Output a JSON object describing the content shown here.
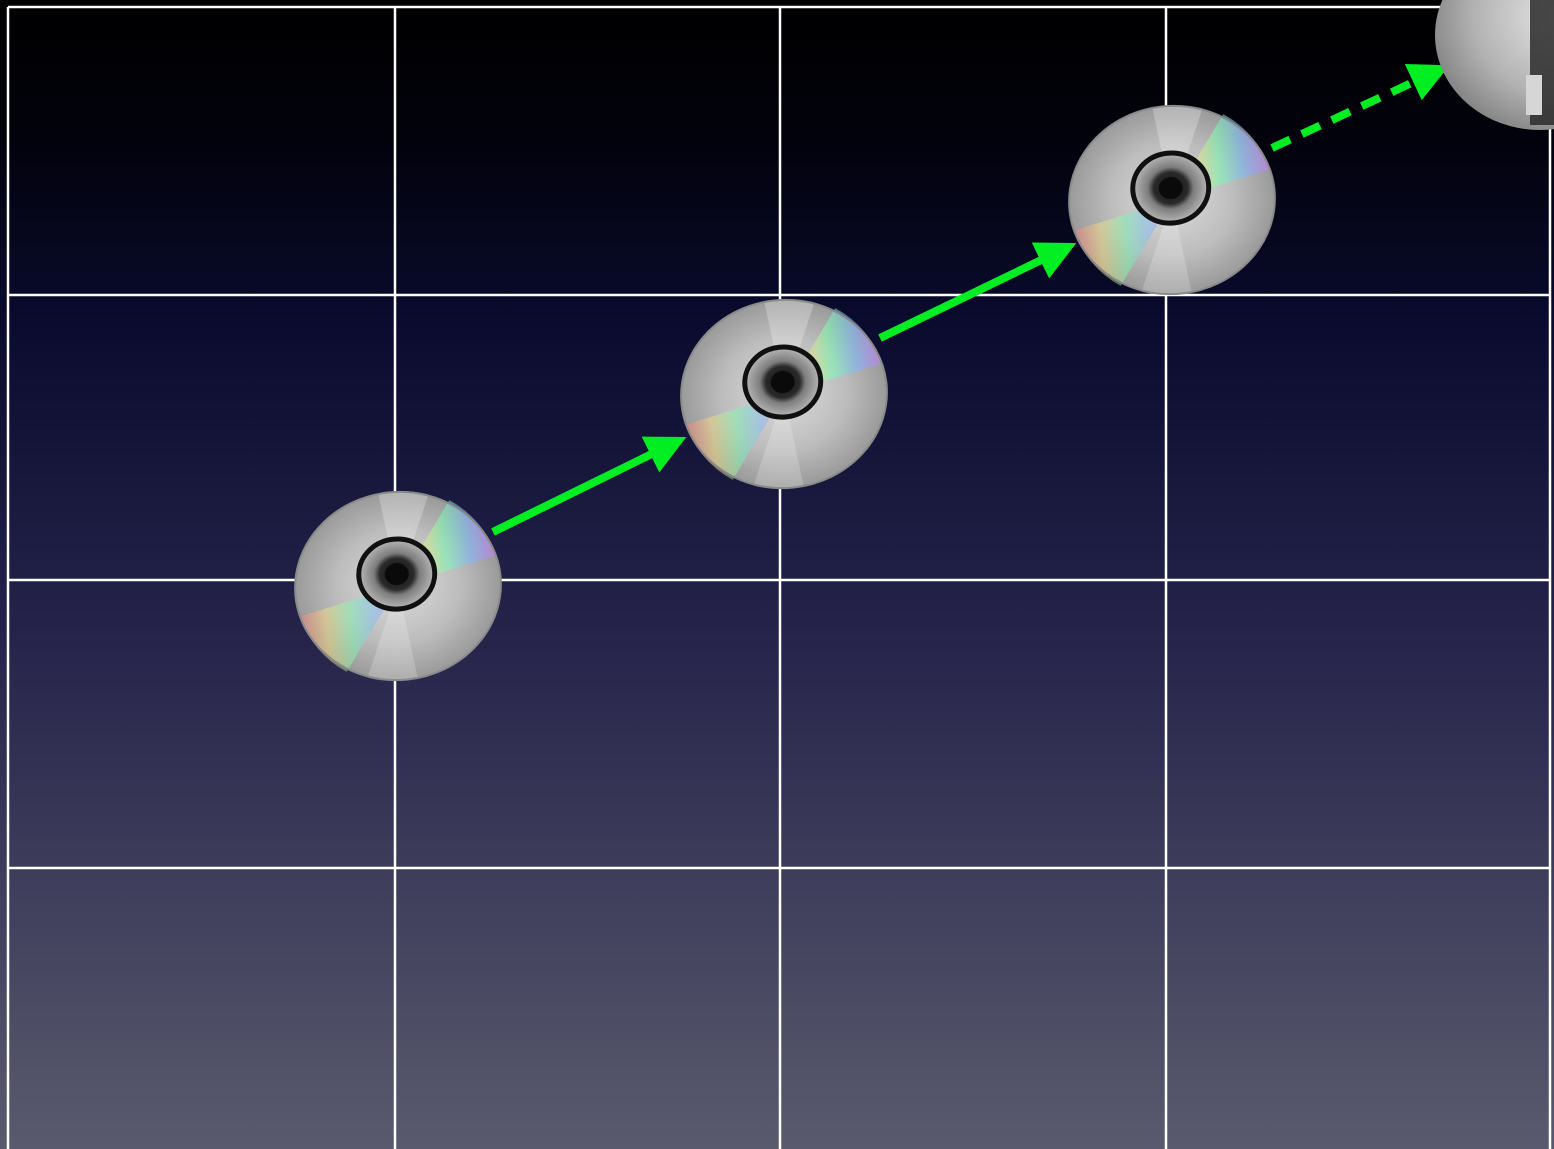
{
  "slide": {
    "background": {
      "top_color": "#000000",
      "mid_color": "#0a0b2e",
      "bottom_color": "#5a5a6e"
    },
    "grid": {
      "shown": true,
      "color": "#ffffff",
      "columns": 4,
      "rows": 4
    },
    "media_sequence": [
      {
        "kind": "optical-disc",
        "icon": "cd-disc-icon"
      },
      {
        "kind": "optical-disc",
        "icon": "cd-disc-icon"
      },
      {
        "kind": "optical-disc",
        "icon": "cd-disc-icon"
      },
      {
        "kind": "partial-device",
        "icon": "hard-drive-icon"
      }
    ],
    "connectors": [
      {
        "from": 0,
        "to": 1,
        "style": "solid",
        "icon": "arrow-icon"
      },
      {
        "from": 1,
        "to": 2,
        "style": "solid",
        "icon": "arrow-icon"
      },
      {
        "from": 2,
        "to": 3,
        "style": "dashed",
        "icon": "arrow-icon"
      }
    ],
    "arrow_color": "#00ee22"
  }
}
